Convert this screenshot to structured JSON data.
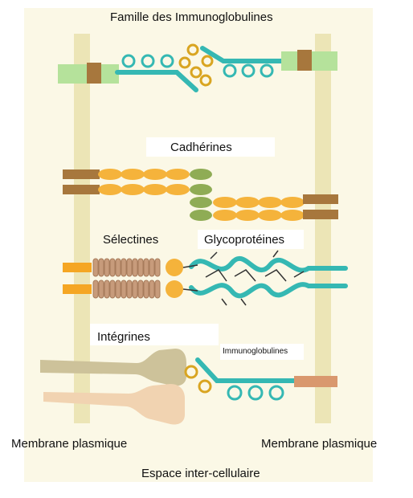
{
  "title": "Famille des Immunoglobulines",
  "labels": {
    "cadherins": "Cadhérines",
    "selectins": "Sélectines",
    "glycoproteins": "Glycoprotéines",
    "integrins": "Intégrines",
    "immunoglobulins_small": "Immunoglobulines",
    "membrane_left": "Membrane plasmique",
    "membrane_right": "Membrane plasmique",
    "intercellular_space": "Espace inter-cellulaire"
  },
  "colors": {
    "background_panel": "#fbf8e6",
    "membrane": "#ece5b6",
    "immunoglobulin": "#35b8b3",
    "ring": "#d9a521",
    "cadherin_orange": "#f5b33b",
    "cadherin_green": "#8fac55",
    "anchor_brown": "#a7773d",
    "anchor_green": "#b5e29b",
    "selectin_ribbed": "#c79b7b",
    "integrin_olive": "#cdc29a",
    "integrin_peach": "#f1d3b1",
    "link_dark": "#333333"
  },
  "icons": [
    "ring-icon",
    "ig-domain-icon",
    "cadherin-segment-icon",
    "selectin-coil-icon",
    "glycoprotein-chain-icon",
    "integrin-head-icon"
  ]
}
